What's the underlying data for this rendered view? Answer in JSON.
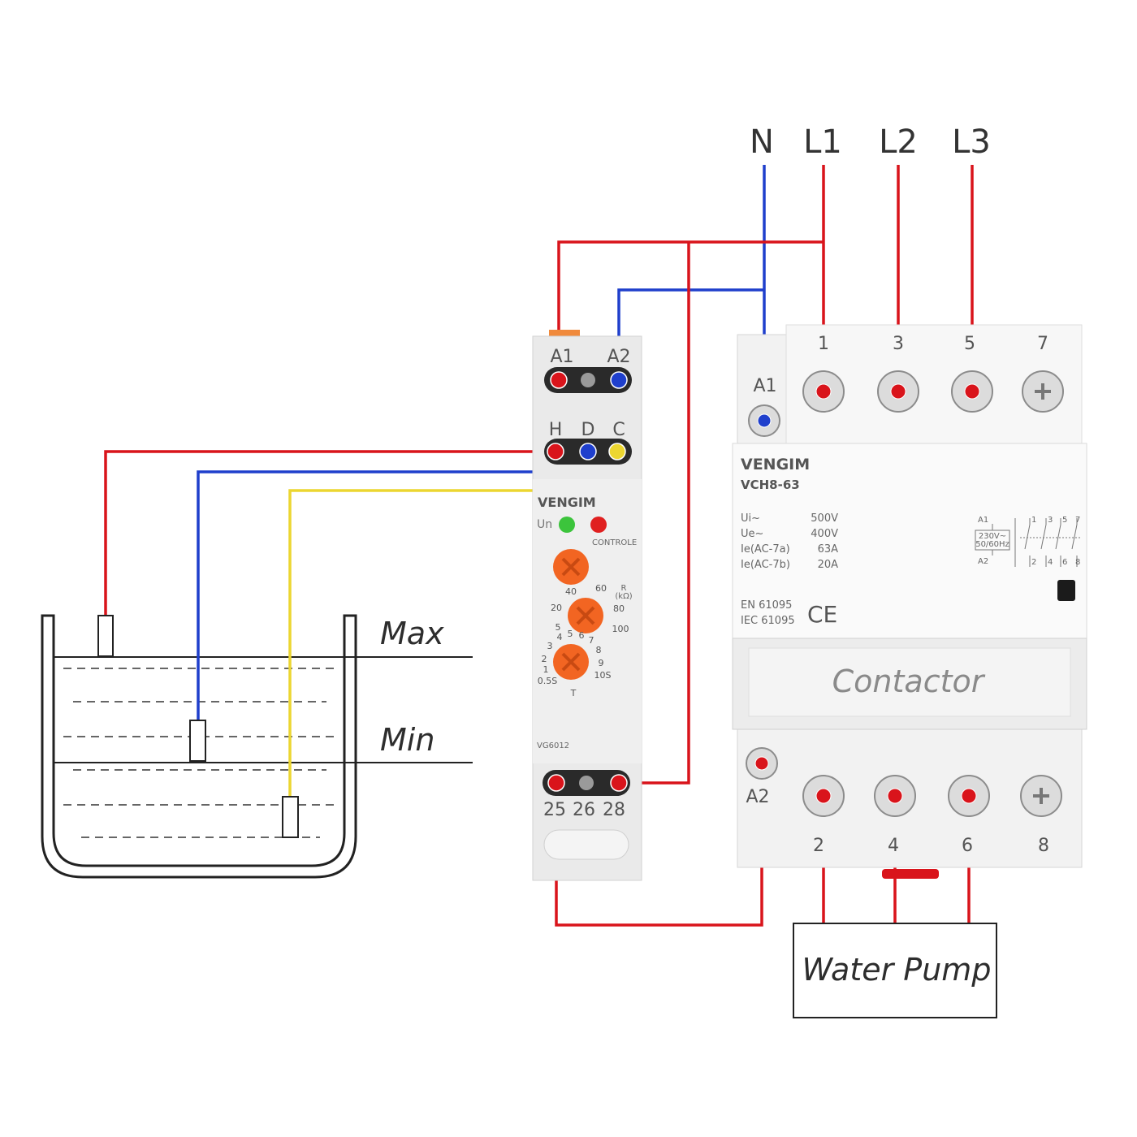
{
  "supply": {
    "n": "N",
    "l1": "L1",
    "l2": "L2",
    "l3": "L3"
  },
  "tank": {
    "max_label": "Max",
    "min_label": "Min"
  },
  "relay": {
    "terminals_top": [
      "A1",
      "A2"
    ],
    "terminals_probe": [
      "H",
      "D",
      "C"
    ],
    "brand": "VENGIM",
    "indicator_power": "Un",
    "indicator_controle": "CONTROLE",
    "sens_ticks": [
      "40",
      "60",
      "R",
      "(kΩ)",
      "20",
      "80",
      "5",
      "100"
    ],
    "time_ticks": [
      "4",
      "5",
      "6",
      "7",
      "3",
      "8",
      "2",
      "9",
      "1",
      "0.5S",
      "10S",
      "T"
    ],
    "model": "VG6012",
    "terminals_bottom": [
      "25",
      "26",
      "28"
    ],
    "colors": {
      "led_power": "#3cc43c",
      "led_relay": "#e02020",
      "dial": "#f26522"
    }
  },
  "contactor": {
    "brand": "VENGIM",
    "model": "VCH8-63",
    "coil_top": "A1",
    "coil_bottom": "A2",
    "top_terminals": [
      "1",
      "3",
      "5",
      "7"
    ],
    "bottom_terminals": [
      "2",
      "4",
      "6",
      "8"
    ],
    "specs": [
      {
        "label": "Ui~",
        "value": "500V"
      },
      {
        "label": "Ue~",
        "value": "400V"
      },
      {
        "label": "Ie(AC-7a)",
        "value": "63A"
      },
      {
        "label": "Ie(AC-7b)",
        "value": "20A"
      }
    ],
    "standards": [
      "EN 61095",
      "IEC 61095"
    ],
    "ce_mark": "CE",
    "schematic": {
      "a1": "A1",
      "a2": "A2",
      "coil_rating": [
        "230V~",
        "50/60Hz"
      ],
      "top": [
        "1",
        "3",
        "5",
        "7"
      ],
      "bottom": [
        "2",
        "4",
        "6",
        "8"
      ]
    },
    "front_label": "Contactor"
  },
  "load": {
    "label": "Water Pump"
  },
  "colors": {
    "line": "#d9141b",
    "neutral": "#1f3fcc",
    "common": "#ecd630",
    "probe_outline": "#222222"
  }
}
